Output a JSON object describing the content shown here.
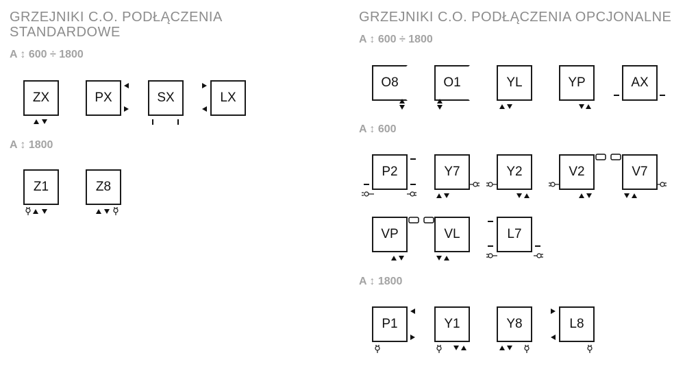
{
  "sections": {
    "standard": {
      "title": "GRZEJNIKI C.O. PODŁĄCZENIA STANDARDOWE",
      "title_line1": "GRZEJNIKI C.O. PODŁĄCZENIA",
      "title_line2": "STANDARDOWE",
      "groups": [
        {
          "dimension": "A ↕ 600 ÷ 1800",
          "models": [
            "ZX",
            "PX",
            "SX",
            "LX"
          ]
        },
        {
          "dimension": "A ↕ 1800",
          "models": [
            "Z1",
            "Z8"
          ]
        }
      ]
    },
    "optional": {
      "title": "GRZEJNIKI C.O. PODŁĄCZENIA OPCJONALNE",
      "groups": [
        {
          "dimension": "A ↕ 600 ÷ 1800",
          "models": [
            "O8",
            "O1",
            "YL",
            "YP",
            "AX"
          ]
        },
        {
          "dimension": "A ↕ 600",
          "models": [
            "P2",
            "Y7",
            "Y2",
            "V2",
            "V7",
            "VP",
            "VL",
            "L7"
          ]
        },
        {
          "dimension": "A ↕ 1800",
          "models": [
            "P1",
            "Y1",
            "Y8",
            "L8"
          ]
        }
      ]
    }
  },
  "icons": [
    "arrow-up-icon",
    "arrow-down-icon",
    "arrow-left-icon",
    "arrow-right-icon",
    "plug-icon",
    "pipe-stub-icon",
    "heater-element-icon"
  ],
  "colors": {
    "title": "#8c8c8c",
    "dimension": "#a3a3a3",
    "line": "#1a1a1a"
  }
}
